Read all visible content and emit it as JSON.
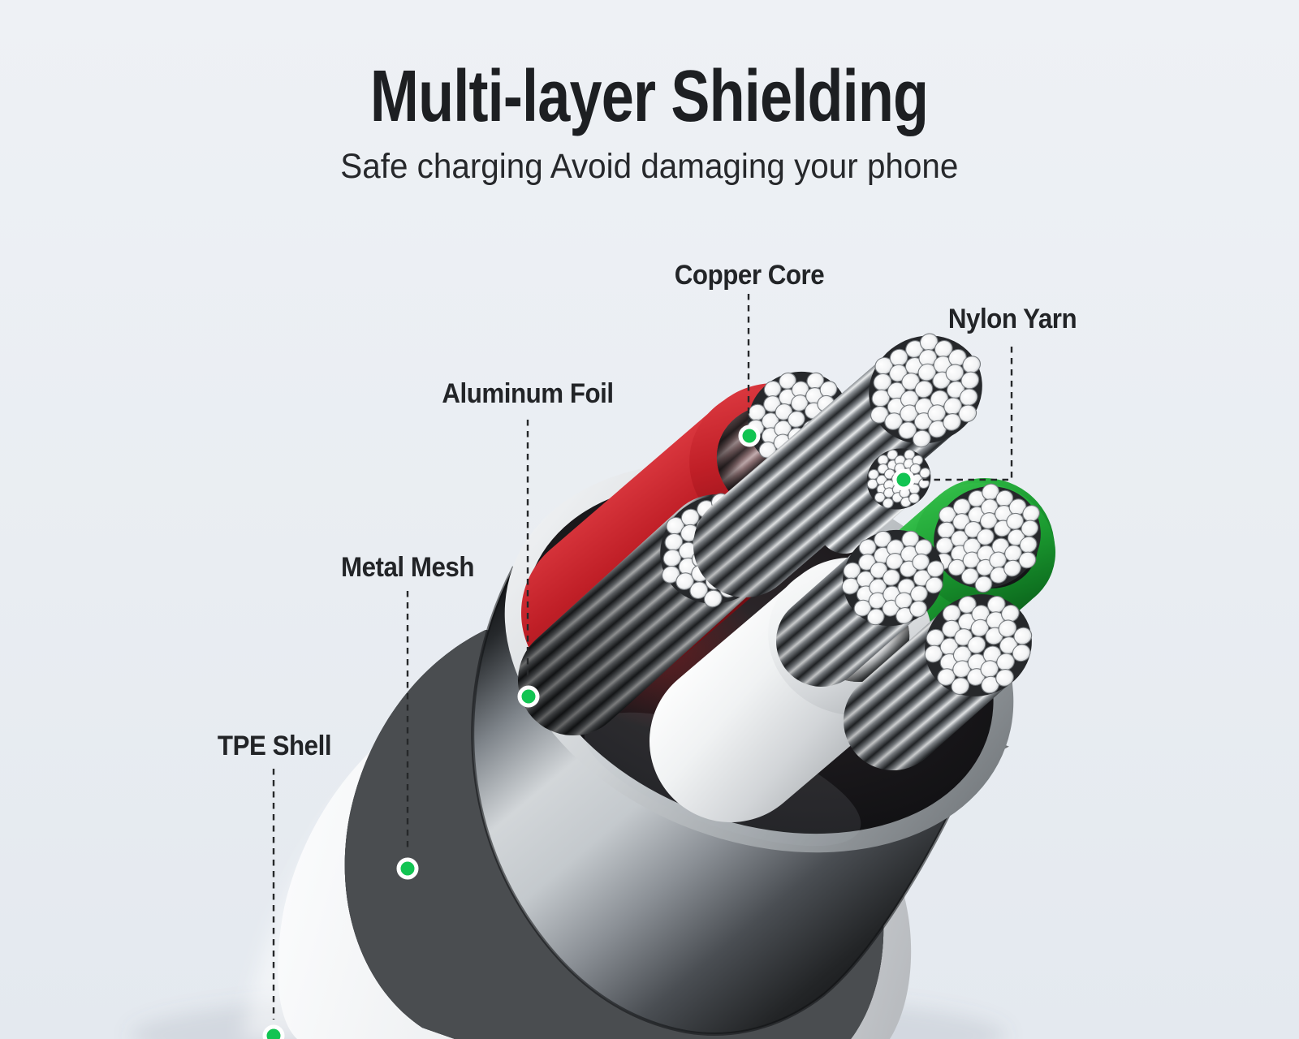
{
  "page": {
    "background": "#e9edf2",
    "text_color": "#1e2023"
  },
  "header": {
    "title": "Multi-layer Shielding",
    "subtitle": "Safe charging Avoid damaging your phone"
  },
  "diagram": {
    "subject": "usb-cable-cross-section",
    "marker_color": "#12c452",
    "callouts": [
      {
        "id": "copper-core",
        "label": "Copper Core"
      },
      {
        "id": "nylon-yarn",
        "label": "Nylon Yarn"
      },
      {
        "id": "aluminum-foil",
        "label": "Aluminum Foil"
      },
      {
        "id": "metal-mesh",
        "label": "Metal Mesh"
      },
      {
        "id": "tpe-shell",
        "label": "TPE Shell"
      }
    ],
    "layer_colors": {
      "wire_red": "#c0222a",
      "wire_green": "#23a337",
      "insulation_white": "#f2f4f5",
      "shield_silver": "#c7cbd0",
      "mesh_silver": "#babdc1",
      "tpe_white": "#eef0f2"
    }
  }
}
